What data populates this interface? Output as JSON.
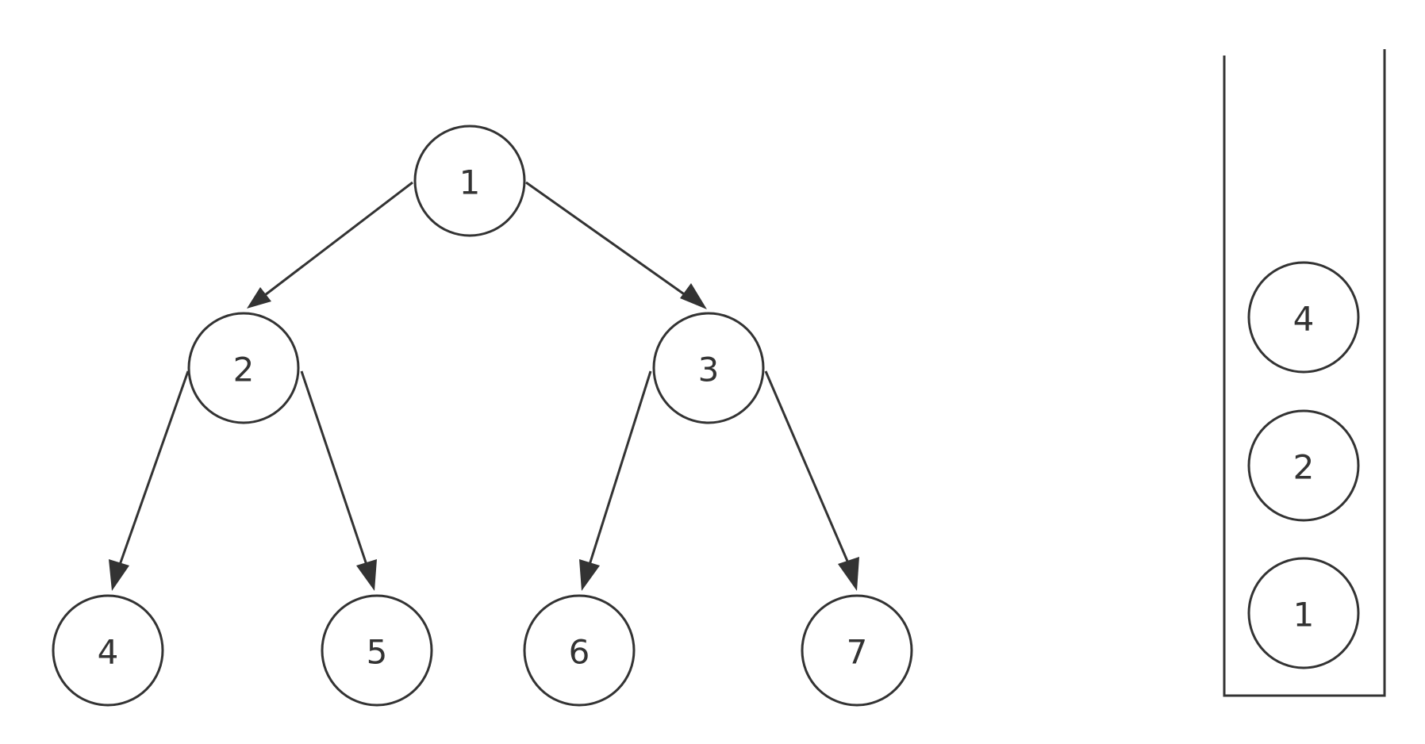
{
  "colors": {
    "stroke": "#333333",
    "node_fill": "#ffffff",
    "background": "#ffffff"
  },
  "tree": {
    "nodes": [
      {
        "id": "1",
        "label": "1"
      },
      {
        "id": "2",
        "label": "2"
      },
      {
        "id": "3",
        "label": "3"
      },
      {
        "id": "4",
        "label": "4"
      },
      {
        "id": "5",
        "label": "5"
      },
      {
        "id": "6",
        "label": "6"
      },
      {
        "id": "7",
        "label": "7"
      }
    ],
    "edges": [
      {
        "from": "1",
        "to": "2"
      },
      {
        "from": "1",
        "to": "3"
      },
      {
        "from": "2",
        "to": "4"
      },
      {
        "from": "2",
        "to": "5"
      },
      {
        "from": "3",
        "to": "6"
      },
      {
        "from": "3",
        "to": "7"
      }
    ]
  },
  "stack": {
    "items_top_to_bottom": [
      {
        "label": "4"
      },
      {
        "label": "2"
      },
      {
        "label": "1"
      }
    ]
  }
}
